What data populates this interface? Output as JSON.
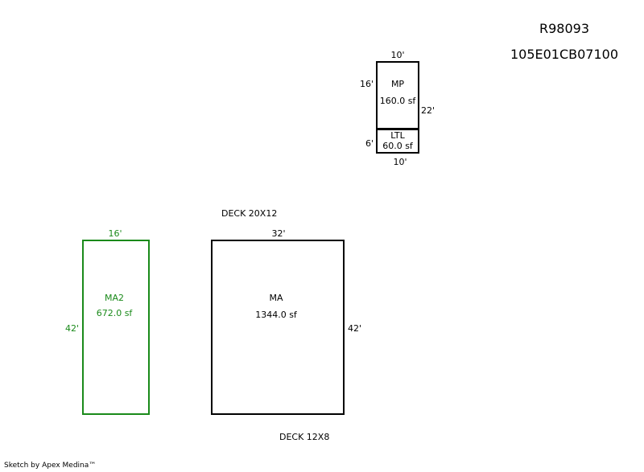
{
  "header": {
    "parcel_id": "R98093",
    "account_id": "105E01CB07100"
  },
  "areas": {
    "mp": {
      "label": "MP",
      "area": "160.0 sf",
      "top": "10'",
      "left": "16'",
      "right": "22'"
    },
    "ltl": {
      "label": "LTL",
      "area": "60.0 sf",
      "left": "6'",
      "bottom": "10'"
    },
    "ma2": {
      "label": "MA2",
      "area": "672.0 sf",
      "top": "16'",
      "left": "42'",
      "color": "#1a8a1a"
    },
    "ma": {
      "label": "MA",
      "area": "1344.0 sf",
      "top": "32'",
      "right": "42'"
    }
  },
  "notes": {
    "deck1": "DECK 20X12",
    "deck2": "DECK 12X8"
  },
  "footer": "Sketch by Apex Medina™"
}
